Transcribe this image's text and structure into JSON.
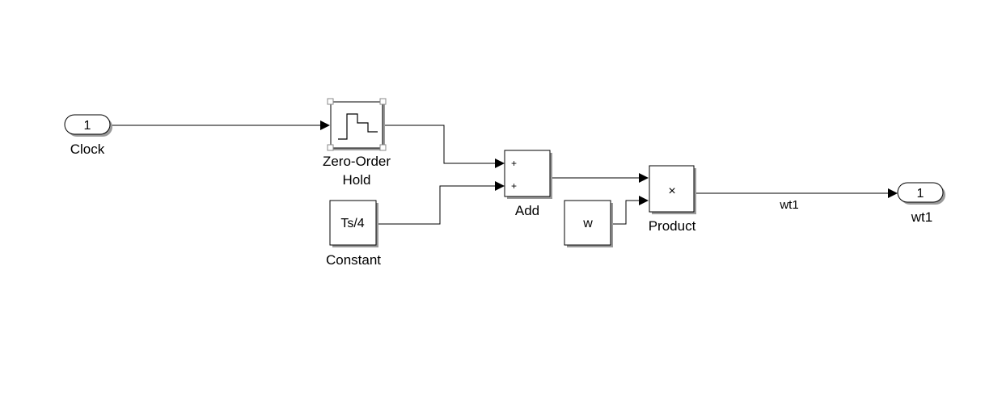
{
  "blocks": {
    "clock": {
      "port_number": "1",
      "label": "Clock"
    },
    "zoh": {
      "label_line1": "Zero-Order",
      "label_line2": "Hold"
    },
    "constant": {
      "value": "Ts/4",
      "label": "Constant"
    },
    "add": {
      "sign1": "+",
      "sign2": "+",
      "label": "Add"
    },
    "gain_w": {
      "value": "w"
    },
    "product": {
      "symbol": "×",
      "label": "Product"
    },
    "wt1": {
      "port_number": "1",
      "label": "wt1"
    }
  },
  "signals": {
    "product_out": "wt1"
  }
}
